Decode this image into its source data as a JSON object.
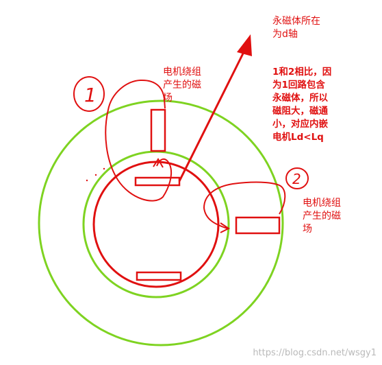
{
  "labels": {
    "d_axis": [
      "永磁体所在",
      "为d轴"
    ],
    "winding_top": [
      "电机绕组",
      "产生的磁",
      "场"
    ],
    "winding_right": [
      "电机绕组",
      "产生的磁",
      "场"
    ],
    "explanation": [
      "1和2相比，因",
      "为1回路包含",
      "永磁体，所以",
      "磁阻大，磁通",
      "小，对应内嵌",
      "电机Ld<Lq"
    ],
    "marker_1": "1",
    "marker_2": "2"
  },
  "watermark": "https://blog.csdn.net/wsgy1",
  "colors": {
    "annotation": "#e01010",
    "stator_ring": "#7ed321",
    "magnet": "#e01010"
  }
}
